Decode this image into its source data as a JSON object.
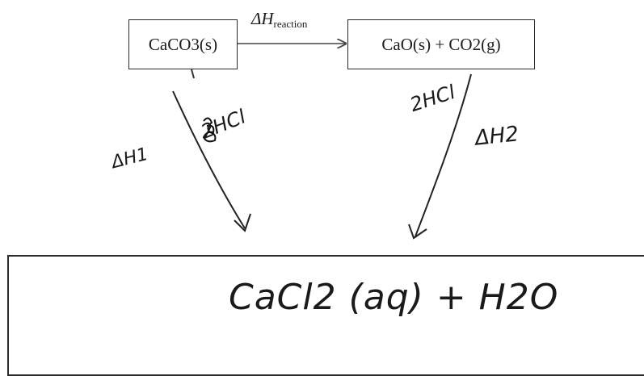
{
  "diagram": {
    "reactant_box": "CaCO3(s)",
    "products_box": "CaO(s) + CO2(g)",
    "reaction_arrow_label": "ΔH",
    "reaction_arrow_label_subscript": "reaction"
  },
  "handwriting": {
    "left_reagent": "2HCl",
    "left_enthalpy": "ΔH1",
    "right_reagent": "2HCl",
    "right_enthalpy": "ΔH2",
    "bottom_product": "CaCl2 (aq) + H2O"
  },
  "colors": {
    "ink": "#1c1c1c",
    "background": "#ffffff"
  }
}
